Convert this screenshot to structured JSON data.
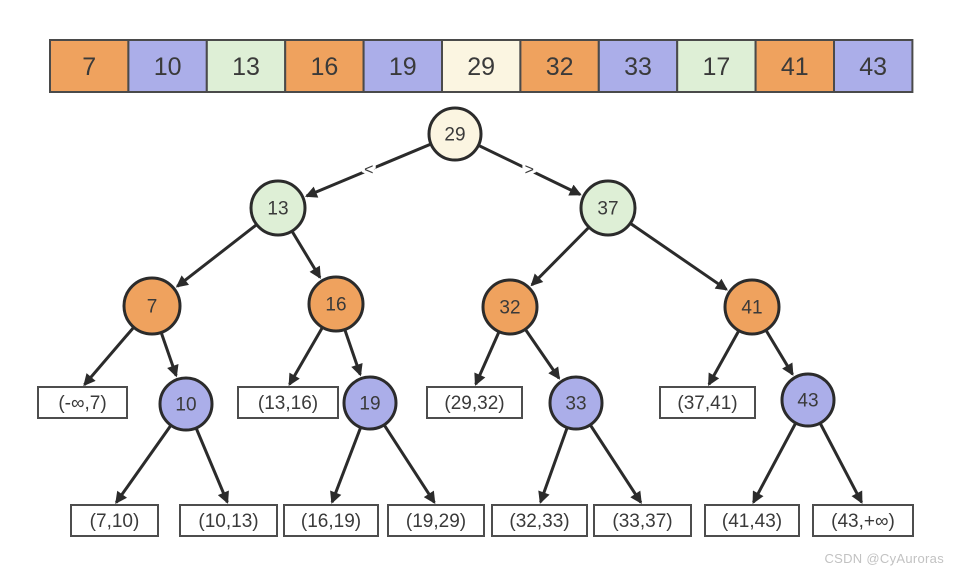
{
  "palette": {
    "orange": "#EFA25E",
    "blue": "#ABAEE9",
    "green": "#DEEFD6",
    "cream": "#FBF5E1",
    "node_stroke": "#2B2B2B",
    "cell_stroke": "#4A4A4A",
    "box_stroke": "#4D4D4D",
    "box_fill": "#FFFFFF",
    "edge": "#2B2B2B",
    "text": "#3A3A3A",
    "watermark": "#C2C2C2"
  },
  "array": {
    "cells": [
      {
        "value": "7",
        "color": "orange"
      },
      {
        "value": "10",
        "color": "blue"
      },
      {
        "value": "13",
        "color": "green"
      },
      {
        "value": "16",
        "color": "orange"
      },
      {
        "value": "19",
        "color": "blue"
      },
      {
        "value": "29",
        "color": "cream"
      },
      {
        "value": "32",
        "color": "orange"
      },
      {
        "value": "33",
        "color": "blue"
      },
      {
        "value": "17",
        "color": "green"
      },
      {
        "value": "41",
        "color": "orange"
      },
      {
        "value": "43",
        "color": "blue"
      }
    ]
  },
  "tree": {
    "nodes": [
      {
        "id": "29",
        "label": "29",
        "color": "cream"
      },
      {
        "id": "13",
        "label": "13",
        "color": "green"
      },
      {
        "id": "37",
        "label": "37",
        "color": "green"
      },
      {
        "id": "7",
        "label": "7",
        "color": "orange"
      },
      {
        "id": "16",
        "label": "16",
        "color": "orange"
      },
      {
        "id": "32",
        "label": "32",
        "color": "orange"
      },
      {
        "id": "41",
        "label": "41",
        "color": "orange"
      },
      {
        "id": "10",
        "label": "10",
        "color": "blue"
      },
      {
        "id": "19",
        "label": "19",
        "color": "blue"
      },
      {
        "id": "33",
        "label": "33",
        "color": "blue"
      },
      {
        "id": "43",
        "label": "43",
        "color": "blue"
      }
    ],
    "boxes": [
      {
        "id": "b_ninf_7",
        "label": "(-∞,7)"
      },
      {
        "id": "b_13_16",
        "label": "(13,16)"
      },
      {
        "id": "b_29_32",
        "label": "(29,32)"
      },
      {
        "id": "b_37_41",
        "label": "(37,41)"
      },
      {
        "id": "b_7_10",
        "label": "(7,10)"
      },
      {
        "id": "b_10_13",
        "label": "(10,13)"
      },
      {
        "id": "b_16_19",
        "label": "(16,19)"
      },
      {
        "id": "b_19_29",
        "label": "(19,29)"
      },
      {
        "id": "b_32_33",
        "label": "(32,33)"
      },
      {
        "id": "b_33_37",
        "label": "(33,37)"
      },
      {
        "id": "b_41_43",
        "label": "(41,43)"
      },
      {
        "id": "b_43_inf",
        "label": "(43,+∞)"
      }
    ],
    "edges": [
      {
        "from": "29",
        "to": "13",
        "label": "<"
      },
      {
        "from": "29",
        "to": "37",
        "label": ">"
      },
      {
        "from": "13",
        "to": "7"
      },
      {
        "from": "13",
        "to": "16"
      },
      {
        "from": "37",
        "to": "32"
      },
      {
        "from": "37",
        "to": "41"
      },
      {
        "from": "7",
        "to": "b_ninf_7"
      },
      {
        "from": "7",
        "to": "10"
      },
      {
        "from": "16",
        "to": "b_13_16"
      },
      {
        "from": "16",
        "to": "19"
      },
      {
        "from": "32",
        "to": "b_29_32"
      },
      {
        "from": "32",
        "to": "33"
      },
      {
        "from": "41",
        "to": "b_37_41"
      },
      {
        "from": "41",
        "to": "43"
      },
      {
        "from": "10",
        "to": "b_7_10"
      },
      {
        "from": "10",
        "to": "b_10_13"
      },
      {
        "from": "19",
        "to": "b_16_19"
      },
      {
        "from": "19",
        "to": "b_19_29"
      },
      {
        "from": "33",
        "to": "b_32_33"
      },
      {
        "from": "33",
        "to": "b_33_37"
      },
      {
        "from": "43",
        "to": "b_41_43"
      },
      {
        "from": "43",
        "to": "b_43_inf"
      }
    ]
  },
  "watermark": {
    "text": "CSDN @CyAuroras"
  }
}
